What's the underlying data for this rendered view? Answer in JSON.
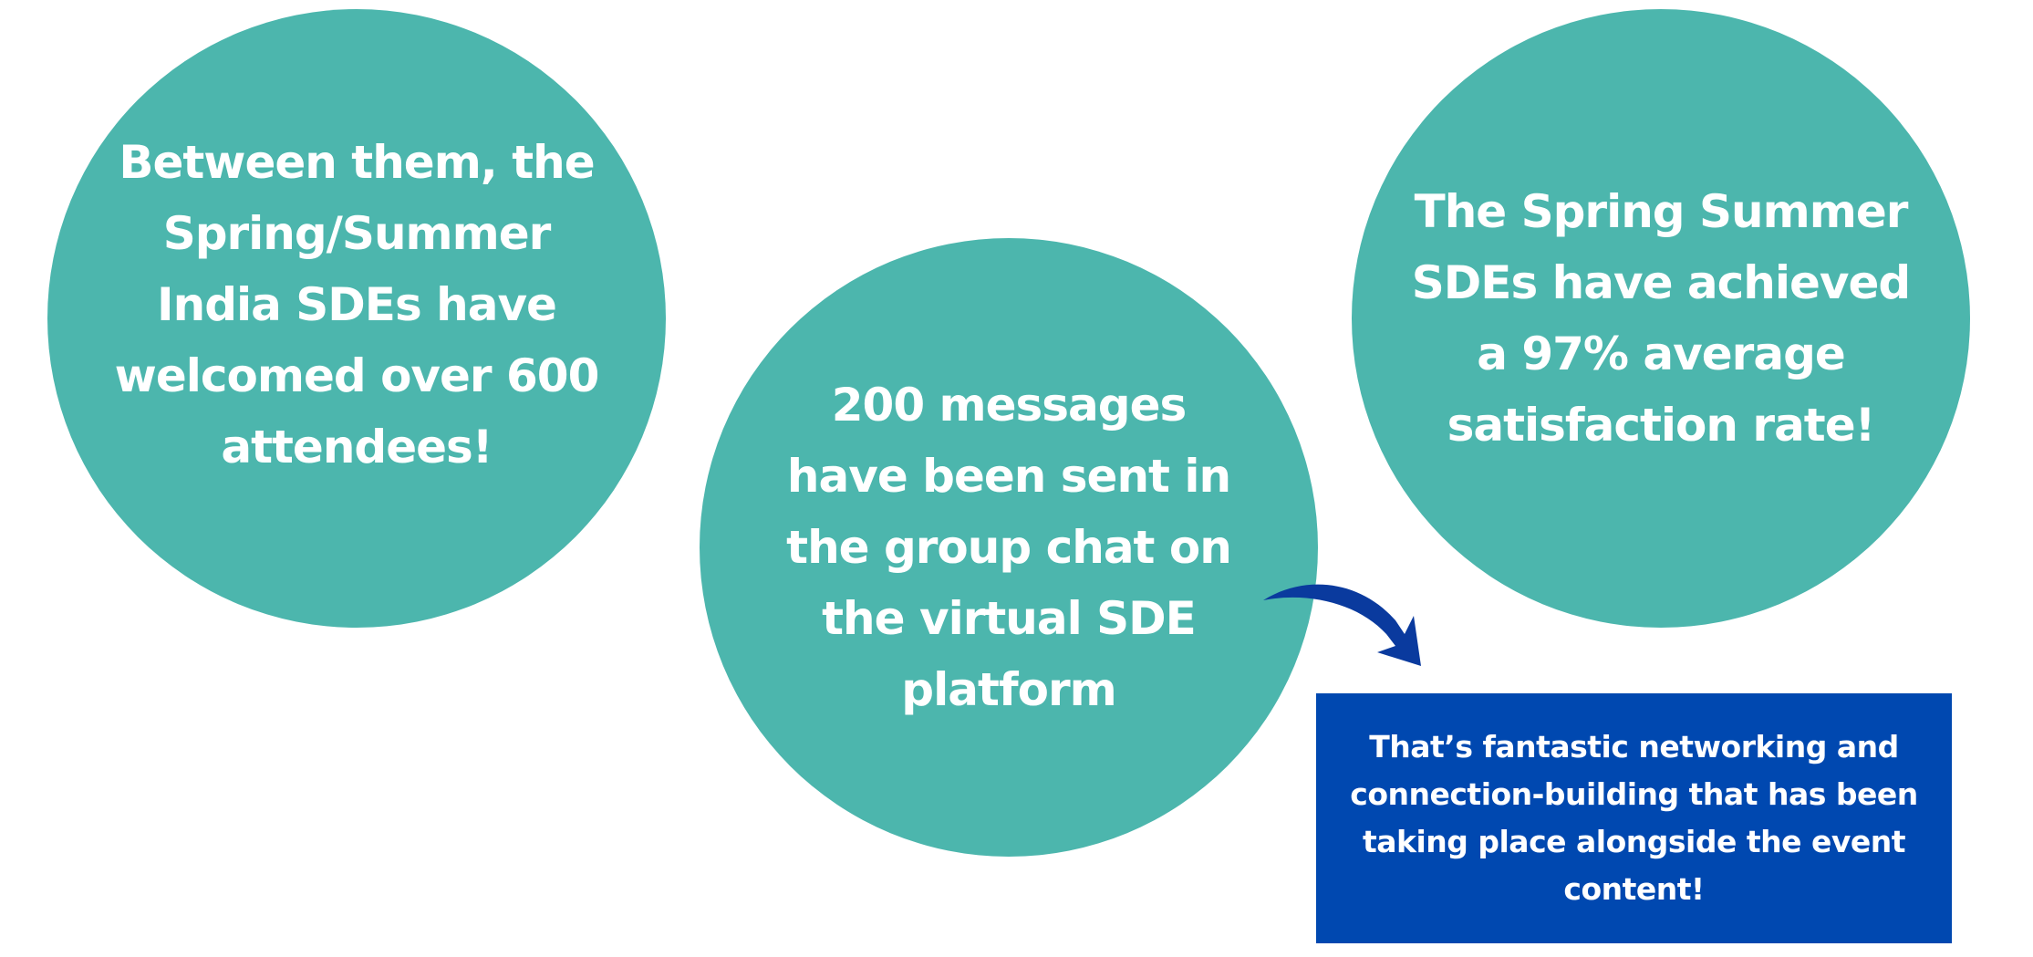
{
  "colors": {
    "circle": "#4cb6ad",
    "callout": "#0048b0",
    "arrow": "#0a3a9e",
    "text": "#ffffff",
    "background": "#ffffff"
  },
  "stats": [
    {
      "text": "Between them, the Spring/Summer India SDEs have welcomed over 600 attendees!"
    },
    {
      "text": "200 messages have been sent in the group chat on the virtual SDE platform"
    },
    {
      "text": "The Spring Summer SDEs have achieved a 97% average satisfaction rate!"
    }
  ],
  "callout": {
    "text": "That’s fantastic networking and connection-building that has been taking place alongside the event content!"
  },
  "icons": {
    "arrow": "curved-arrow-icon"
  }
}
